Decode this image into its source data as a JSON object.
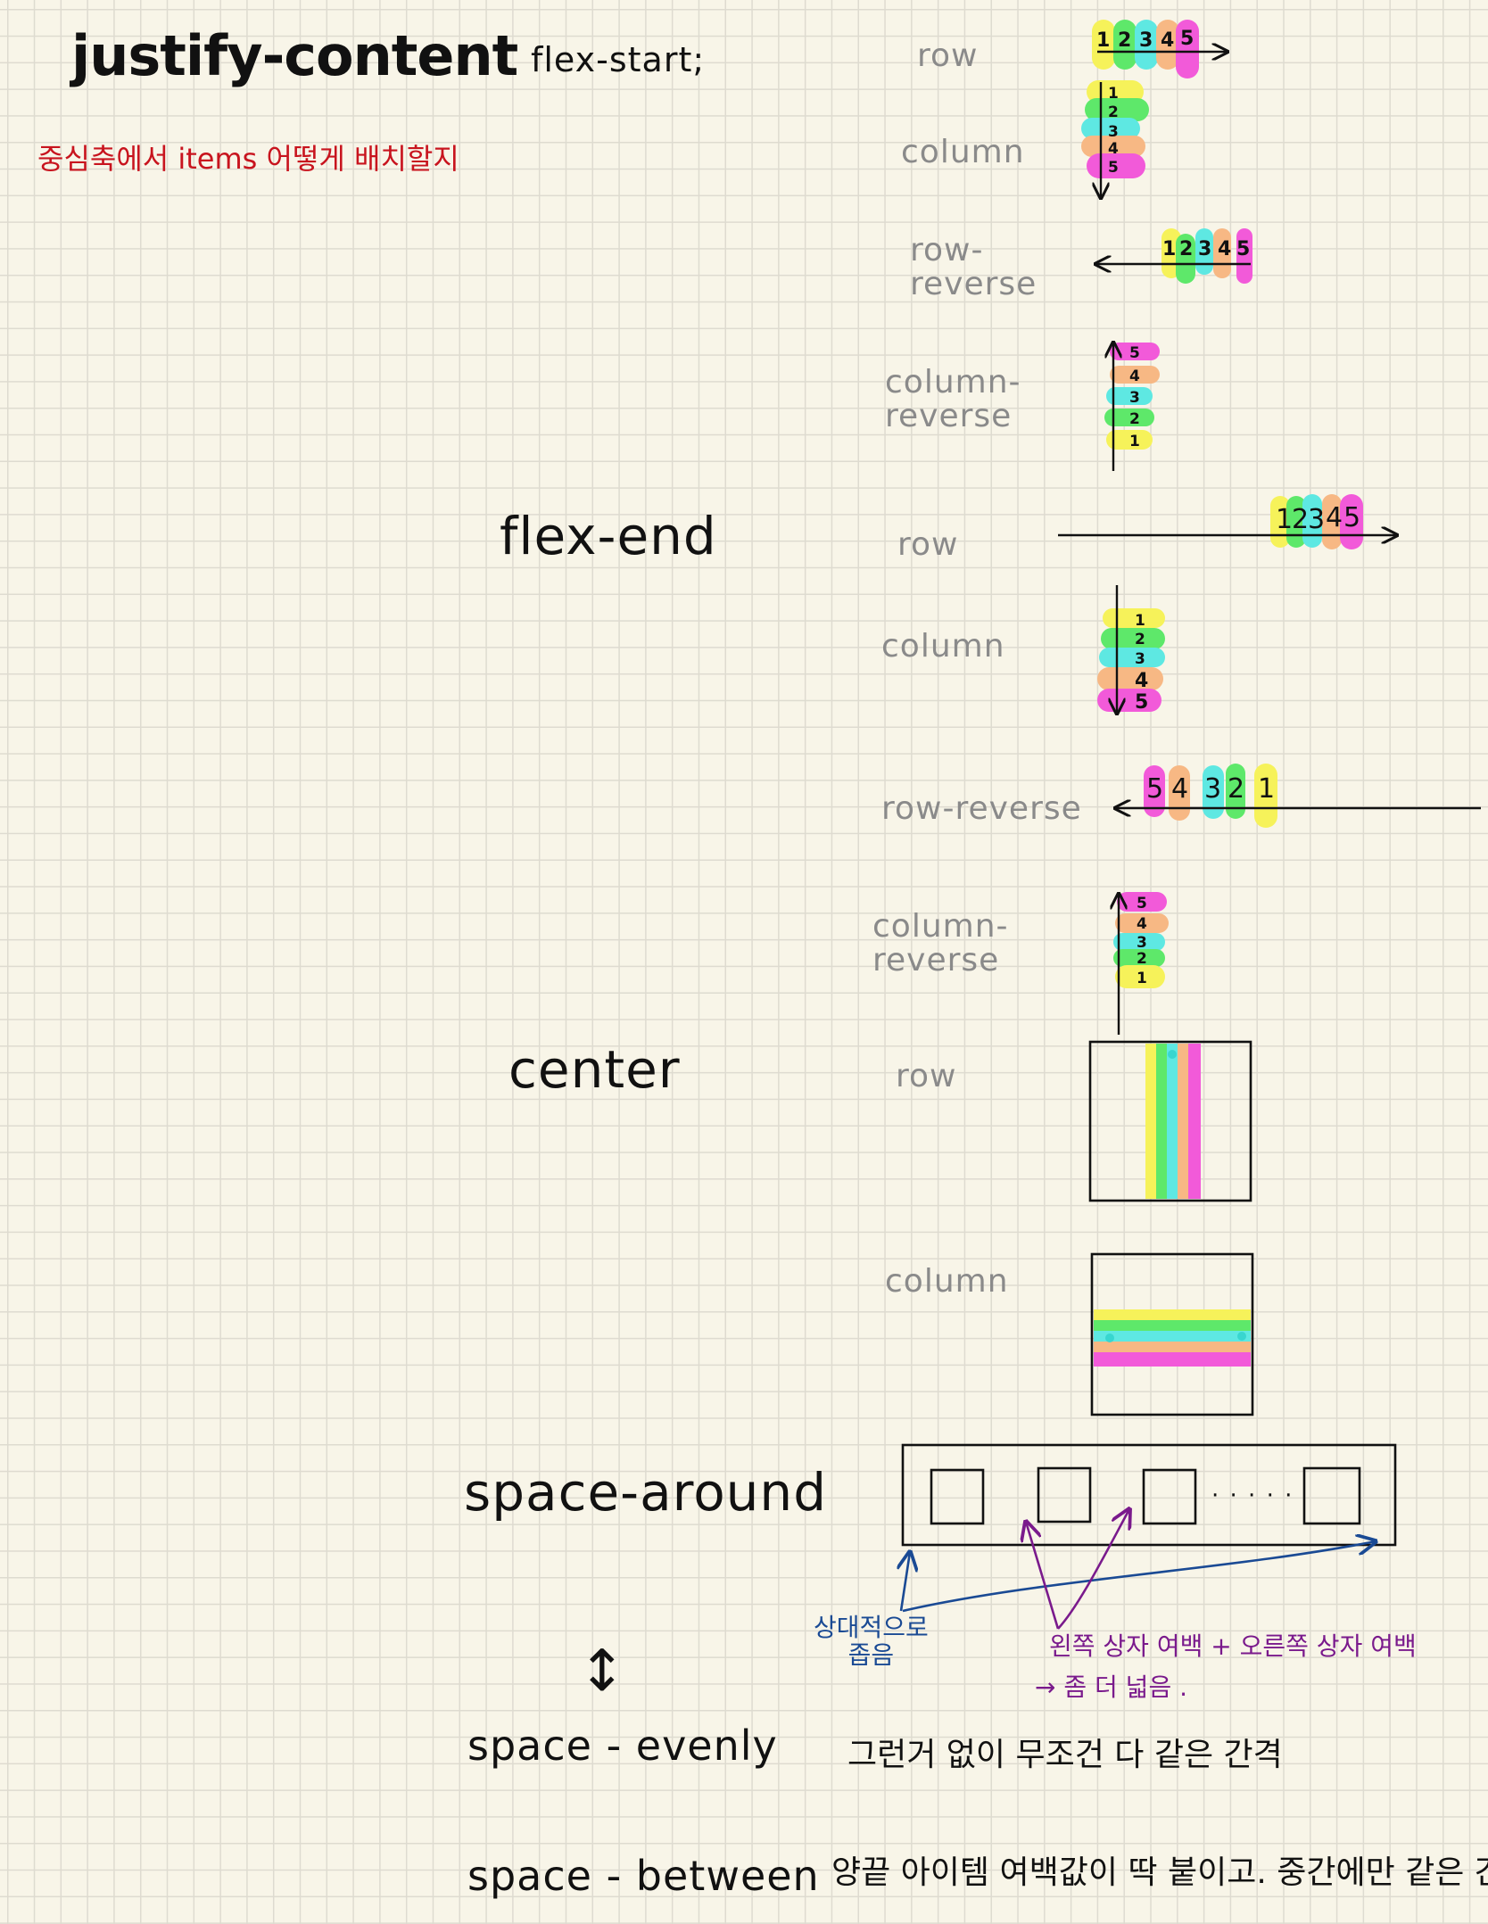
{
  "title": "justify-content",
  "subtitle": "중심축에서 items 어떻게 배치할지",
  "sections": {
    "flex_start": {
      "label": "flex-start;",
      "rows": [
        "row",
        "column",
        "row-\nreverse",
        "column-\nreverse"
      ]
    },
    "flex_end": {
      "label": "flex-end",
      "rows": [
        "row",
        "column",
        "row-reverse",
        "column-\nreverse"
      ]
    },
    "center": {
      "label": "center",
      "rows": [
        "row",
        "column"
      ]
    },
    "space_around": {
      "label": "space-around",
      "note_relative": "상대적으로\n좁음",
      "note_margin_1": "왼쪽 상자 여백 + 오른쪽 상자 여백",
      "note_margin_2": "→ 좀 더 넓음 .",
      "dots": "· · · · ·"
    },
    "arrow_symbol": "↕",
    "space_evenly": {
      "label": "space - evenly",
      "desc": "그런거 없이 무조건 다 같은 간격"
    },
    "space_between": {
      "label": "space - between",
      "desc": "양끝 아이템 여백값이 딱 붙이고. 중간에만 같은 간격."
    }
  },
  "items": [
    "1",
    "2",
    "3",
    "4",
    "5"
  ],
  "colors": {
    "yellow": "#f6f25a",
    "green": "#5ee86a",
    "cyan": "#5ee8e2",
    "orange": "#f7b884",
    "pink": "#f25ad9",
    "red": "#c8141e",
    "blue": "#1a4a94",
    "purple": "#7a1a8c"
  }
}
